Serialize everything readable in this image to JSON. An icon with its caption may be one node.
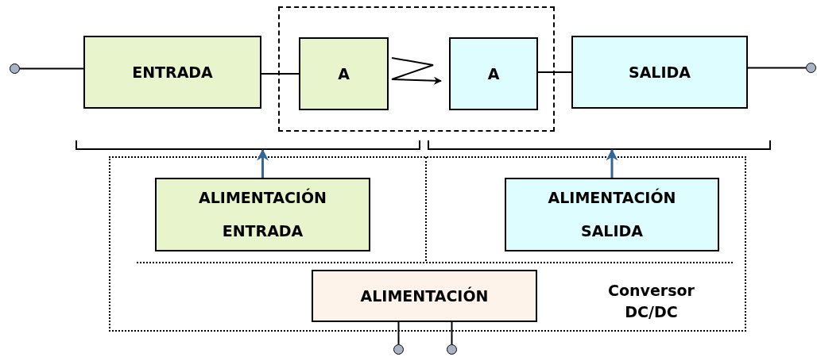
{
  "diagram": {
    "nodes": [
      {
        "text": [],
        "shape": "circle"
      },
      {
        "text": [
          "ENTRADA"
        ]
      },
      {
        "text": [],
        "shape": "box"
      },
      {
        "text": [
          "A"
        ],
        "in": 2
      },
      {
        "text": [
          "A"
        ],
        "in": 2
      },
      {
        "text": [
          "SALIDA"
        ]
      },
      {
        "text": [],
        "shape": "circle"
      },
      {
        "text": [],
        "shape": "bracket"
      },
      {
        "text": [],
        "shape": "bracket"
      },
      {
        "text": [
          "Conversor DC/DC"
        ]
      },
      {
        "text": [
          "ALIMENTACIÓN ENTRADA"
        ],
        "in": 9
      },
      {
        "text": [
          "ALIMENTACIÓN SALIDA"
        ],
        "in": 9
      },
      {
        "text": [
          "ALIMENTACIÓN"
        ],
        "in": 9
      },
      {
        "text": [],
        "shape": "circle"
      },
      {
        "text": [],
        "shape": "circle"
      }
    ],
    "edges": [
      {
        "from": 0,
        "to": 1,
        "arrow": "none"
      },
      {
        "from": 1,
        "to": 3,
        "arrow": "none"
      },
      {
        "from": 3,
        "to": 4,
        "arrow": "to"
      },
      {
        "from": 4,
        "to": 5,
        "arrow": "none"
      },
      {
        "from": 5,
        "to": 6,
        "arrow": "none"
      },
      {
        "from": 10,
        "to": 7,
        "arrow": "to",
        "color": "#336699"
      },
      {
        "from": 11,
        "to": 8,
        "arrow": "to",
        "color": "#336699"
      },
      {
        "from": 12,
        "to": 13,
        "arrow": "none"
      },
      {
        "from": 12,
        "to": 14,
        "arrow": "none"
      }
    ]
  }
}
